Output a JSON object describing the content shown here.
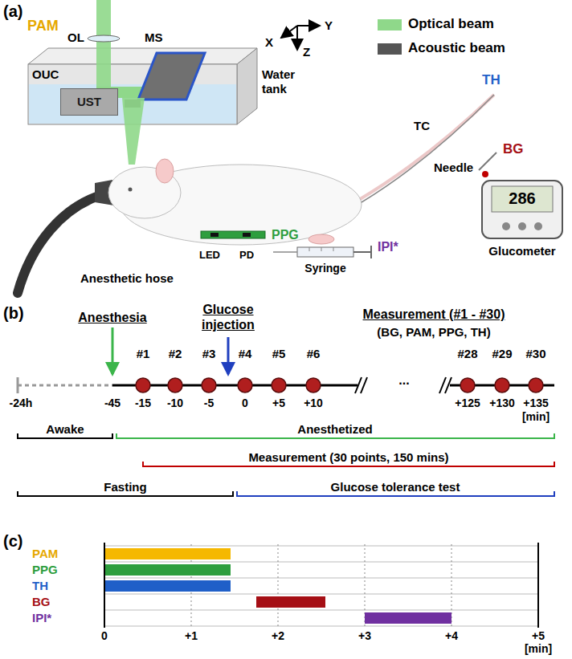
{
  "diagram": {
    "nodes": [
      {
        "text": [
          "UST"
        ]
      }
    ],
    "labels": [
      "(a)",
      "PAM",
      "OL",
      "MS",
      "OUC",
      "Water tank",
      "X",
      "Y",
      "Z",
      "TH",
      "TC",
      "Needle",
      "BG",
      "286",
      "Anesthetic hose",
      "LED",
      "PD",
      "PPG",
      "IPI*",
      "Syringe",
      "Glucometer",
      "(b)",
      "Anesthesia",
      "Glucose injection",
      "Measurement (#1 - #30)",
      "(BG, PAM, PPG, TH)",
      "#1",
      "#2",
      "#3",
      "#4",
      "#5",
      "#6",
      "...",
      "#28",
      "#29",
      "#30",
      "-24h",
      "-45",
      "-15",
      "-10",
      "-5",
      "0",
      "+5",
      "+10",
      "+125",
      "+130",
      "+135",
      "[min]",
      "Awake",
      "Anesthetized",
      "Measurement (30 points, 150 mins)",
      "Fasting",
      "Glucose tolerance test",
      "(c)",
      "PAM",
      "PPG",
      "TH",
      "BG",
      "IPI*",
      "0",
      "+1",
      "+2",
      "+3",
      "+4",
      "+5",
      "[min]"
    ],
    "legend": [
      {
        "text": "Optical beam",
        "color": "#8fd88a"
      },
      {
        "text": "Acoustic beam",
        "color": "#555555"
      }
    ]
  }
}
